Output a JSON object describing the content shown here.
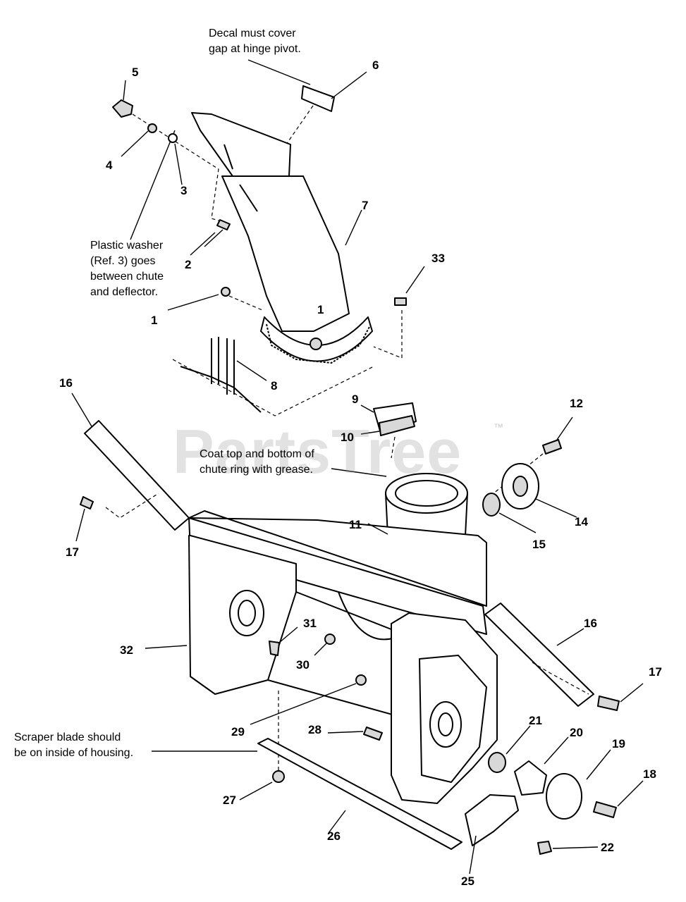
{
  "watermark": "PartsTree",
  "watermark_tm": "™",
  "notes": {
    "decal": [
      "Decal must cover",
      "gap at hinge pivot."
    ],
    "washer": [
      "Plastic washer",
      "(Ref. 3) goes",
      "between chute",
      "and deflector."
    ],
    "grease": [
      "Coat top and bottom of",
      "chute ring with grease."
    ],
    "scraper": [
      "Scraper blade should",
      "be on inside of housing."
    ]
  },
  "part_labels": [
    {
      "id": "p5",
      "text": "5"
    },
    {
      "id": "p6",
      "text": "6"
    },
    {
      "id": "p4",
      "text": "4"
    },
    {
      "id": "p3",
      "text": "3"
    },
    {
      "id": "p7",
      "text": "7"
    },
    {
      "id": "p2",
      "text": "2"
    },
    {
      "id": "p33",
      "text": "33"
    },
    {
      "id": "p1a",
      "text": "1"
    },
    {
      "id": "p1b",
      "text": "1"
    },
    {
      "id": "p8",
      "text": "8"
    },
    {
      "id": "p16a",
      "text": "16"
    },
    {
      "id": "p9",
      "text": "9"
    },
    {
      "id": "p12",
      "text": "12"
    },
    {
      "id": "p10",
      "text": "10"
    },
    {
      "id": "p14",
      "text": "14"
    },
    {
      "id": "p11",
      "text": "11"
    },
    {
      "id": "p15",
      "text": "15"
    },
    {
      "id": "p17a",
      "text": "17"
    },
    {
      "id": "p16b",
      "text": "16"
    },
    {
      "id": "p31",
      "text": "31"
    },
    {
      "id": "p32",
      "text": "32"
    },
    {
      "id": "p30",
      "text": "30"
    },
    {
      "id": "p17b",
      "text": "17"
    },
    {
      "id": "p21",
      "text": "21"
    },
    {
      "id": "p20",
      "text": "20"
    },
    {
      "id": "p29",
      "text": "29"
    },
    {
      "id": "p28",
      "text": "28"
    },
    {
      "id": "p19",
      "text": "19"
    },
    {
      "id": "p18",
      "text": "18"
    },
    {
      "id": "p27",
      "text": "27"
    },
    {
      "id": "p26",
      "text": "26"
    },
    {
      "id": "p22",
      "text": "22"
    },
    {
      "id": "p25",
      "text": "25"
    }
  ]
}
